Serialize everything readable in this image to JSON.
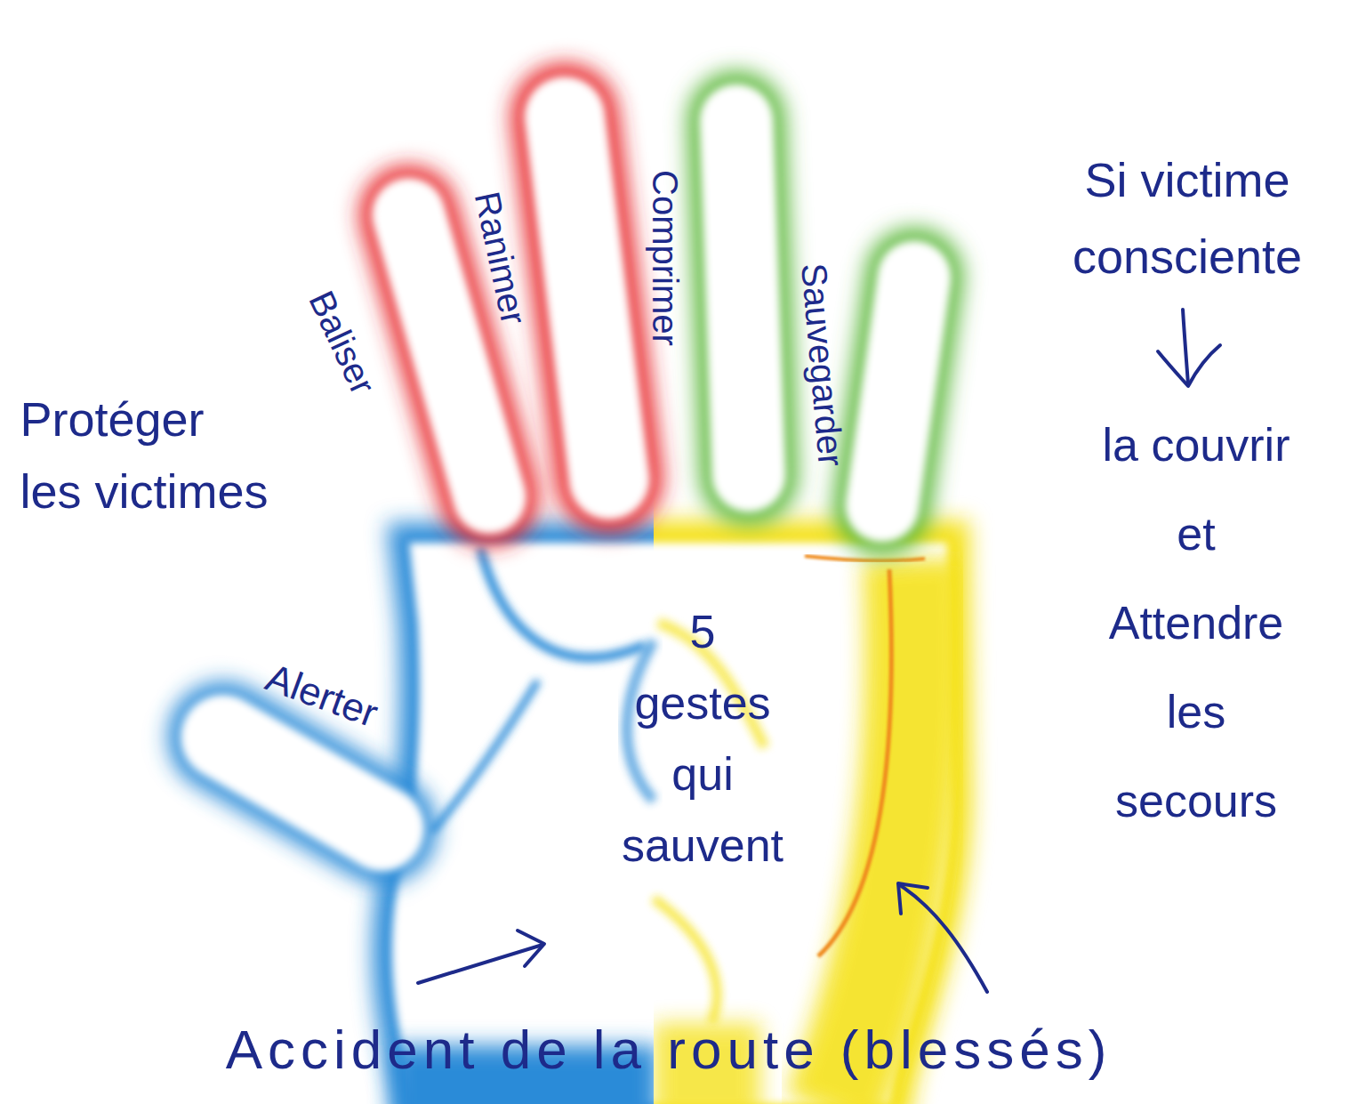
{
  "diagram": {
    "title": "5 gestes qui sauvent",
    "labels": [
      "Protéger les victimes",
      "Baliser",
      "Ranimer",
      "Comprimer",
      "Sauvegarder",
      "Si victime consciente",
      "la couvrir et Attendre les secours",
      "Alerter",
      "Accident de la route (blessés)"
    ]
  }
}
